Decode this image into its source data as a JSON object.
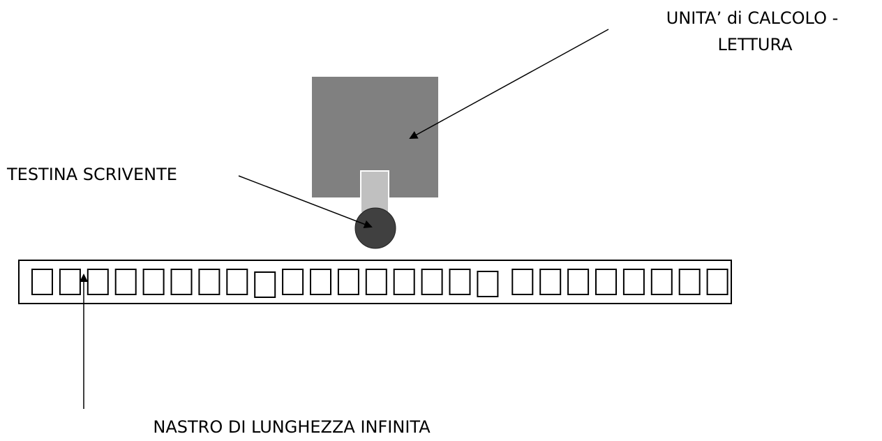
{
  "labels": {
    "processing_unit_line1": "UNITA’ di CALCOLO -",
    "processing_unit_line2": "LETTURA",
    "write_head": "TESTINA SCRIVENTE",
    "tape": "NASTRO DI LUNGHEZZA INFINITA"
  },
  "colors": {
    "processing_unit": "#808080",
    "head_connector": "#c0c0c0",
    "write_head": "#404040",
    "outline": "#000000"
  },
  "tape_cell_count": 25
}
